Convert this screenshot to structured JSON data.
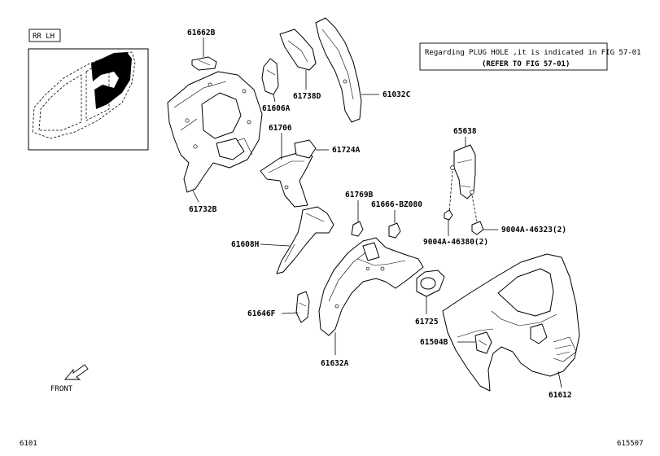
{
  "view_tag": "RR LH",
  "note": {
    "line1": "Regarding PLUG HOLE ,it is indicated in FIG 57-01",
    "line2": "(REFER TO FIG 57-01)"
  },
  "labels": {
    "p61662B": "61662B",
    "p61606A": "61606A",
    "p61738D": "61738D",
    "p61032C": "61032C",
    "p61706": "61706",
    "p61724A": "61724A",
    "p61732B": "61732B",
    "p65638": "65638",
    "p61769B": "61769B",
    "p61666": "61666-BZ080",
    "p61608H": "61608H",
    "p90004A46380": "9004A-46380(2)",
    "p90004A46323": "9004A-46323(2)",
    "p61646F": "61646F",
    "p61725": "61725",
    "p61504B": "61504B",
    "p61632A": "61632A",
    "p61612": "61612"
  },
  "front_label": "FRONT",
  "footer_left": "6101",
  "footer_right": "615507"
}
